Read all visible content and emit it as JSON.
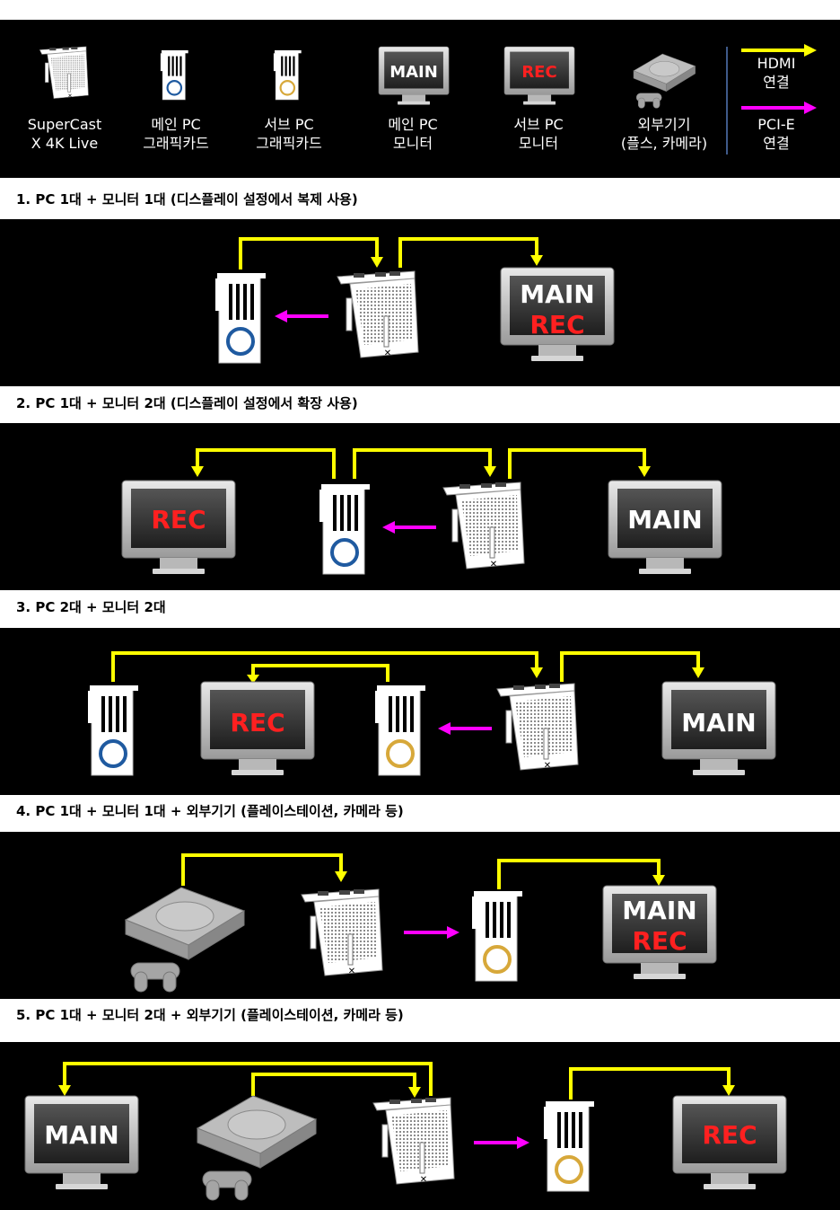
{
  "legend": {
    "items": [
      {
        "key": "capture",
        "label": "SuperCast\nX 4K Live"
      },
      {
        "key": "main_gpu",
        "label": "메인 PC\n그래픽카드"
      },
      {
        "key": "sub_gpu",
        "label": "서브 PC\n그래픽카드"
      },
      {
        "key": "main_monitor",
        "label": "메인 PC\n모니터",
        "screen_text": "MAIN"
      },
      {
        "key": "sub_monitor",
        "label": "서브 PC\n모니터",
        "screen_text": "REC"
      },
      {
        "key": "external",
        "label": "외부기기\n(플스, 카메라)"
      }
    ],
    "hdmi_label": "HDMI\n연결",
    "pcie_label": "PCI-E\n연결"
  },
  "colors": {
    "hdmi": "#ffff00",
    "pcie": "#ff00ff",
    "main_gpu_ring": "#1f5aa0",
    "sub_gpu_ring": "#d7a83a",
    "rec_text": "#ff2020"
  },
  "sections": [
    {
      "heading": "1. PC 1대 + 모니터 1대 (디스플레이 설정에서 복제 사용)"
    },
    {
      "heading": "2. PC 1대 + 모니터 2대 (디스플레이 설정에서 확장 사용)"
    },
    {
      "heading": "3. PC 2대 + 모니터 2대"
    },
    {
      "heading": "4. PC 1대 + 모니터 1대 + 외부기기 (플레이스테이션, 카메라 등)"
    },
    {
      "heading": "5. PC 1대 + 모니터 2대 + 외부기기 (플레이스테이션, 카메라 등)"
    }
  ],
  "monitor_text": {
    "main": "MAIN",
    "rec": "REC"
  }
}
